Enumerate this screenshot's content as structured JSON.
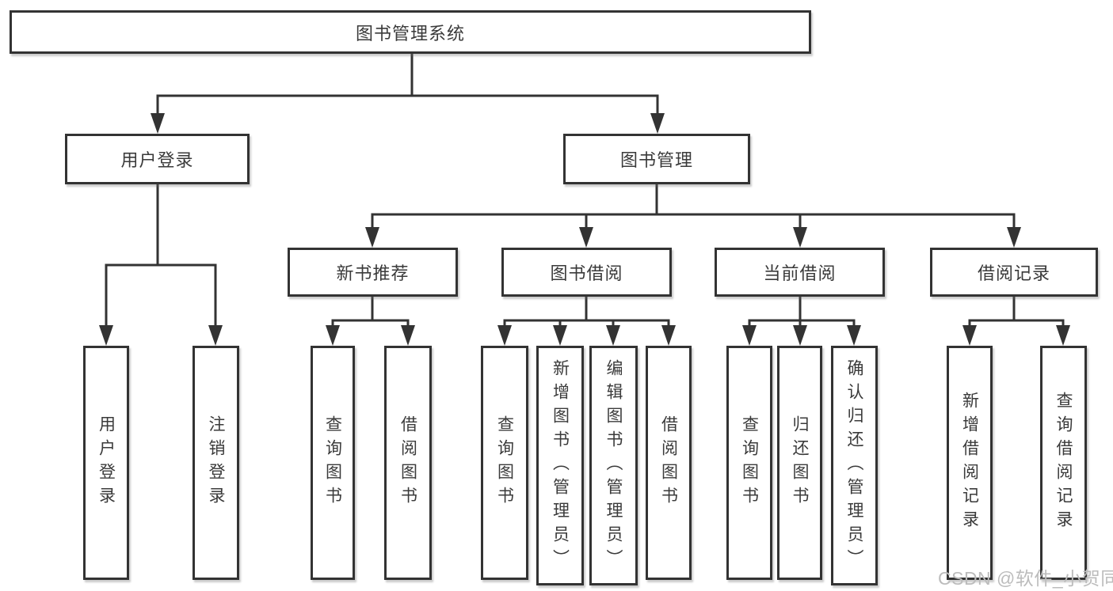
{
  "diagram_title": "图书管理系统",
  "nodes": {
    "root": "图书管理系统",
    "user_login": "用户登录",
    "book_mgmt": "图书管理",
    "new_book_rec": "新书推荐",
    "book_borrow": "图书借阅",
    "current_borrow": "当前借阅",
    "borrow_record": "借阅记录",
    "ul_user_login": "用户登录",
    "ul_logout": "注销登录",
    "nr_query_book": "查询图书",
    "nr_borrow_book": "借阅图书",
    "bb_query_book": "查询图书",
    "bb_add_book": "新增图书（管理员）",
    "bb_edit_book": "编辑图书（管理员）",
    "bb_borrow_book": "借阅图书",
    "cb_query_book": "查询图书",
    "cb_return_book": "归还图书",
    "cb_confirm_return": "确认归还（管理员）",
    "br_add_record": "新增借阅记录",
    "br_query_record": "查询借阅记录"
  },
  "edges": [
    {
      "from": "root",
      "to": "user_login"
    },
    {
      "from": "root",
      "to": "book_mgmt"
    },
    {
      "from": "user_login",
      "to": "ul_user_login"
    },
    {
      "from": "user_login",
      "to": "ul_logout"
    },
    {
      "from": "book_mgmt",
      "to": "new_book_rec"
    },
    {
      "from": "book_mgmt",
      "to": "book_borrow"
    },
    {
      "from": "book_mgmt",
      "to": "current_borrow"
    },
    {
      "from": "book_mgmt",
      "to": "borrow_record"
    },
    {
      "from": "new_book_rec",
      "to": "nr_query_book"
    },
    {
      "from": "new_book_rec",
      "to": "nr_borrow_book"
    },
    {
      "from": "book_borrow",
      "to": "bb_query_book"
    },
    {
      "from": "book_borrow",
      "to": "bb_add_book"
    },
    {
      "from": "book_borrow",
      "to": "bb_edit_book"
    },
    {
      "from": "book_borrow",
      "to": "bb_borrow_book"
    },
    {
      "from": "current_borrow",
      "to": "cb_query_book"
    },
    {
      "from": "current_borrow",
      "to": "cb_return_book"
    },
    {
      "from": "current_borrow",
      "to": "cb_confirm_return"
    },
    {
      "from": "borrow_record",
      "to": "br_add_record"
    },
    {
      "from": "borrow_record",
      "to": "br_query_record"
    }
  ],
  "watermark": "CSDN @软件_小贺同学",
  "colors": {
    "line": "#333333",
    "box_border": "#333333",
    "box_fill": "#ffffff",
    "text": "#3a3a3a",
    "watermark": "#bcbcbc",
    "background": "#ffffff"
  }
}
